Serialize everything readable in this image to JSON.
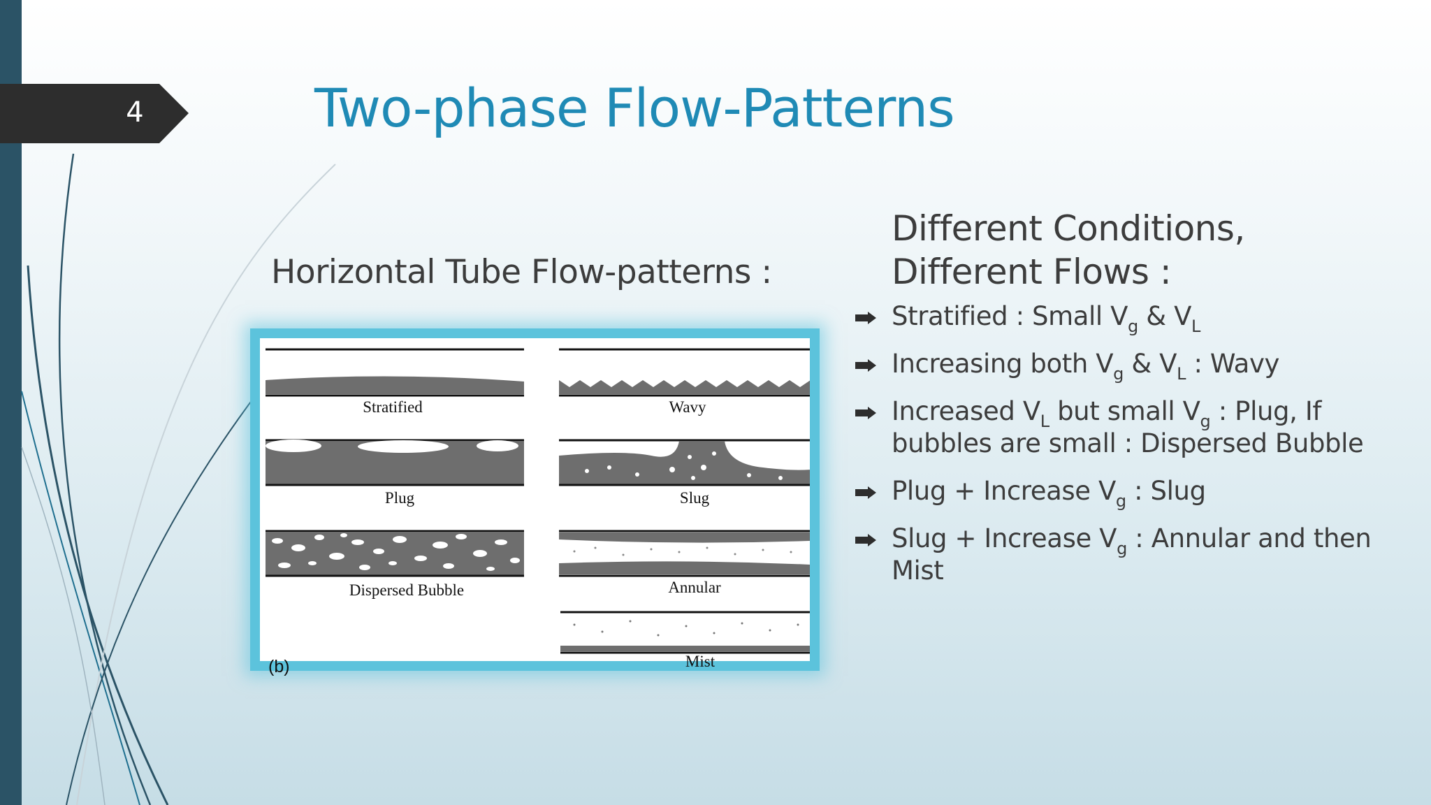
{
  "slide": {
    "number": "4",
    "title": "Two-phase Flow-Patterns",
    "accent_color": "#1f8ab5",
    "sidebar_color": "#2b5366"
  },
  "left_panel": {
    "heading": "Horizontal Tube Flow-patterns :",
    "figure": {
      "tag": "(b)",
      "labels": {
        "stratified": "Stratified",
        "wavy": "Wavy",
        "plug": "Plug",
        "slug": "Slug",
        "dispersed_bubble": "Dispersed Bubble",
        "annular": "Annular",
        "mist": "Mist"
      },
      "frame_color": "#5cc3dc"
    }
  },
  "right_panel": {
    "heading_line1": "Different Conditions,",
    "heading_line2": "Different Flows :",
    "bullet_icon": "arrow-right-icon",
    "bullets": [
      {
        "parts": [
          "Stratified : Small V",
          "g",
          " & V",
          "L",
          ""
        ]
      },
      {
        "parts": [
          "Increasing both V",
          "g",
          " & V",
          "L",
          " : Wavy"
        ]
      },
      {
        "parts": [
          "Increased V",
          "L",
          " but small V",
          "g",
          " : Plug, If bubbles are small : Dispersed Bubble"
        ]
      },
      {
        "parts": [
          "Plug + Increase V",
          "g",
          " : Slug"
        ]
      },
      {
        "parts": [
          "Slug + Increase V",
          "g",
          " : Annular and then Mist"
        ]
      }
    ]
  }
}
